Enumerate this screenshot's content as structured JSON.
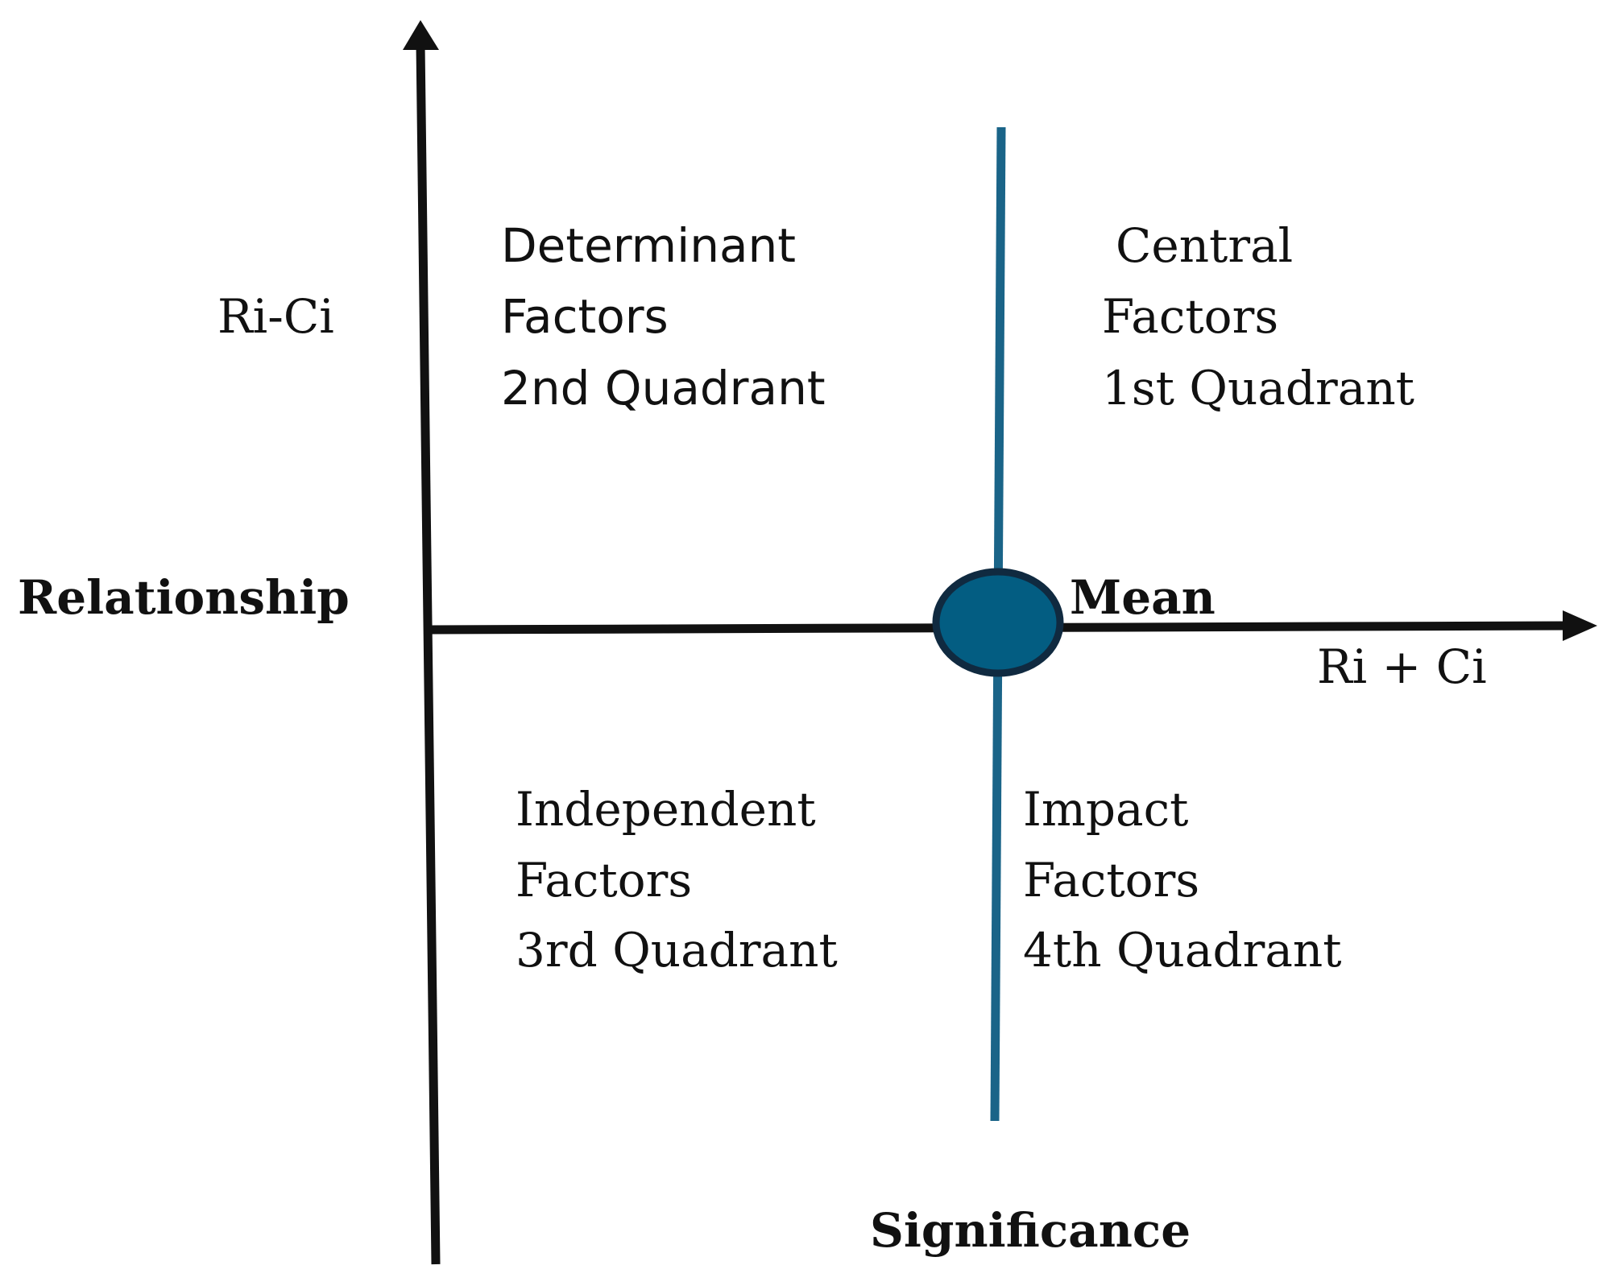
{
  "axes": {
    "y_axis_label": "Ri-Ci",
    "y_axis_title": "Relationship",
    "x_axis_label": "Ri + Ci",
    "x_axis_title": "Significance"
  },
  "center": {
    "label": "Mean"
  },
  "quadrants": {
    "q2": {
      "line1": "Determinant",
      "line2": "Factors",
      "line3": "2nd Quadrant"
    },
    "q1": {
      "line1": "Central",
      "line2": "Factors",
      "line3": "1st Quadrant"
    },
    "q3": {
      "line1": "Independent",
      "line2": "Factors",
      "line3": "3rd Quadrant"
    },
    "q4": {
      "line1": "Impact",
      "line2": "Factors",
      "line3": "4th Quadrant"
    }
  },
  "colors": {
    "axis": "#111111",
    "mean_line": "#1a6488",
    "mean_fill": "#035d82",
    "mean_stroke": "#102a40"
  }
}
